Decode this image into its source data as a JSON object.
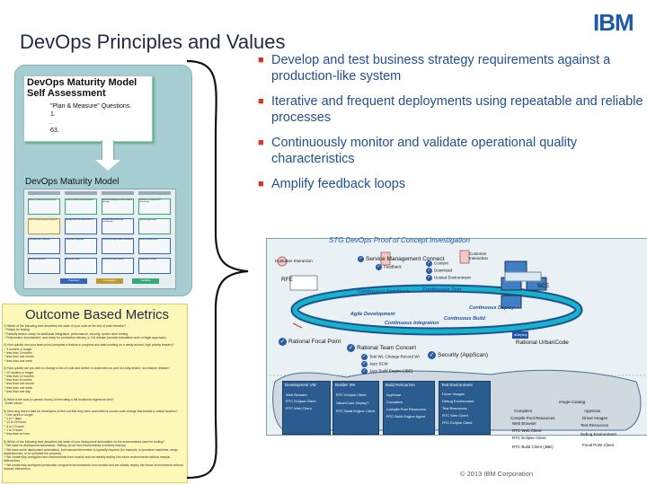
{
  "title": "DevOps Principles and Values",
  "logo": "IBM",
  "bullets": [
    "Develop and test business strategy requirements against a production-like system",
    "Iterative and frequent deployments using repeatable and reliable processes",
    "Continuously monitor and validate operational quality characteristics",
    "Amplify feedback loops"
  ],
  "colors": {
    "title": "#1f2a44",
    "bullet_text": "#1f4f96",
    "bullet_marker": "#d9341c",
    "card": "#a6cdd1",
    "metrics_bg": "#fdf7b8"
  },
  "assessment": {
    "title_line1": "DevOps Maturity Model",
    "title_line2": "Self Assessment",
    "lines": [
      "\"Plan & Measure\" Questions.",
      "1.",
      ".",
      "63."
    ]
  },
  "model_label": "DevOps Maturity Model",
  "model_columns": [
    "Plan & Measure",
    "Development / Test",
    "Release / Deploy",
    "Monitor / Optimize"
  ],
  "model_cells": [
    "Reinvent continuous improvement",
    "Improved continuous development",
    "Automated deployment with standard topology",
    "Optimize to customer KPIs continuously",
    "Plan & measure business outcomes",
    "Managed data and automated test",
    "Managed deployment and orchestration",
    "Optimize applications",
    "Link objectives to releases",
    "Continuous Integration",
    "Plan and manage release automation",
    "Monitor using business",
    "Document objectives",
    "Automated builds",
    "Plan and manage releases",
    "Collaborate Dev/Ops"
  ],
  "model_legend": [
    "Practiced",
    "Consistent",
    "Reliable"
  ],
  "metrics": {
    "title": "Outcome Based Metrics",
    "text": "1) Which of the following best describes the state of your code at the end of each iteration?\n * Ready for testing\n * Partially tested, ready for additional integration, performance, security, and/or other testing\n * Fully tested, documented, and ready for production delivery or GA release (modulo translation work or legal approvals)\n\n2) How quickly can your team pivot (complete a feature in progress and start working on a newly arrived, high priority feature)?\n * 3 months or longer\n * less than 3 months\n * less than one month\n * less than one week\n\n3) How quickly are you able to change a line of code and deliver to customers as part of a fully-tested, non-feature release?\n * 12 months or longer\n * less than 12 months\n * less than 6 months\n * less than one month\n * less than one week\n * less than one day\n\n4) What is the cost (in person-hours) of executing a full functional regression test?\n <enter value>\n\n5) How long does it take for developers to find out that they have committed a source code change that breaks a critical function?\n * One week or longer\n * 1 to 7 days\n * 12 to 24 hours\n * 3 to 12 hours\n * 1 to 3 hours\n * less than an hour\n\n6) Which of the following best describes the state of your deployment automation for the environments used for testing?\n * We have no deployment automation. Setting up our test environments is entirely manual.\n * We have some deployment automation, but manual intervention is typically required (for example, to provision machines, setup dependencies, or to complete the process).\n * We create fully-configured test environments from scratch and we reliably deploy into those environments without manual intervention.\n * We create fully-configured production-congruent environments from scratch and we reliably deploy into those environments without manual intervention."
  },
  "diagram": {
    "title": "STG DevOps Proof of Concept Investigation",
    "customer_left": "Customer Interaction",
    "customer_right": "Customer Interaction",
    "service": "Service Management Connect",
    "feedback": "Feedback",
    "right_checks": [
      "Content",
      "Download",
      "Hosted Environment"
    ],
    "rfe": "RFE",
    "sce": "SCE",
    "flows": [
      "Continuous Feedback",
      "Continuous Test",
      "Agile Development",
      "Continuous Build",
      "Continuous Deploy",
      "Continuous Integration"
    ],
    "udeploy": "uDeploy",
    "rational_focal": "Rational Focal Point",
    "team_concert": "Rational Team Concert",
    "security": "Security (AppScan)",
    "rtc_items": [
      "Test WI, Change Record WI",
      "Jazz SCM",
      "Jazz Build Engine (JBE)"
    ],
    "urbancode": "Rational UrbanCode",
    "image_catalog": "Image Catalog",
    "environments": [
      {
        "name": "Development VM",
        "items": [
          "Web Browser",
          "RTC Eclipse Client",
          "RTC Web Client"
        ]
      },
      {
        "name": "Builder VM",
        "items": [
          "RTC Eclipse Client",
          "Value/Code Deploy?",
          "RTC Build Engine Client"
        ]
      },
      {
        "name": "Build Resources",
        "items": [
          "AppScan",
          "Compilers",
          "Compile Pool Resources",
          "RTC Build Engine Agent"
        ]
      },
      {
        "name": "Test Environment",
        "items": [
          "Driver Images",
          "Debug Environment",
          "Test Resources",
          "RTC Web Client",
          "RTC Eclipse Client"
        ]
      }
    ],
    "catalog_left": [
      "Compilers",
      "Compile Pool Resources",
      "Web Browser",
      "RTC Web Client",
      "RTC Eclipse Client",
      "RTC Build Client (JBE)"
    ],
    "catalog_right": [
      "AppScan",
      "Driver Images",
      "Test Resources",
      "Debug Environment",
      "Focal Point Client"
    ]
  },
  "copyright": "© 2013 IBM Corporation"
}
